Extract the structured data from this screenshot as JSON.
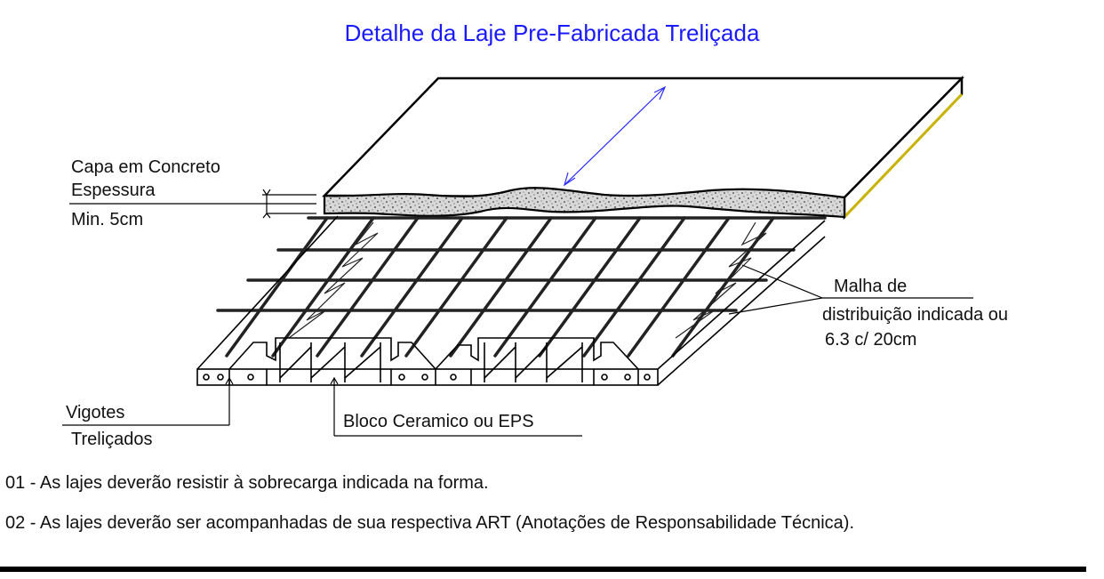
{
  "title": "Detalhe da Laje Pre-Fabricada Treliçada",
  "labels": {
    "capa_line1": "Capa em Concreto",
    "capa_line2": "Espessura",
    "capa_line3": "Min. 5cm",
    "malha_line1": "Malha de",
    "malha_line2": "distribuição indicada ou",
    "malha_line3": "6.3 c/ 20cm",
    "vigotes_line1": "Vigotes",
    "vigotes_line2": "Treliçados",
    "bloco": "Bloco Ceramico ou EPS"
  },
  "notes": [
    "01 - As lajes deverão resistir à sobrecarga indicada na forma.",
    "02 - As lajes deverão ser acompanhadas de sua respectiva ART (Anotações de Responsabilidade Técnica)."
  ],
  "colors": {
    "title": "#1a1aff",
    "arrow": "#2a2aff",
    "slab_edge": "#c9b300"
  }
}
